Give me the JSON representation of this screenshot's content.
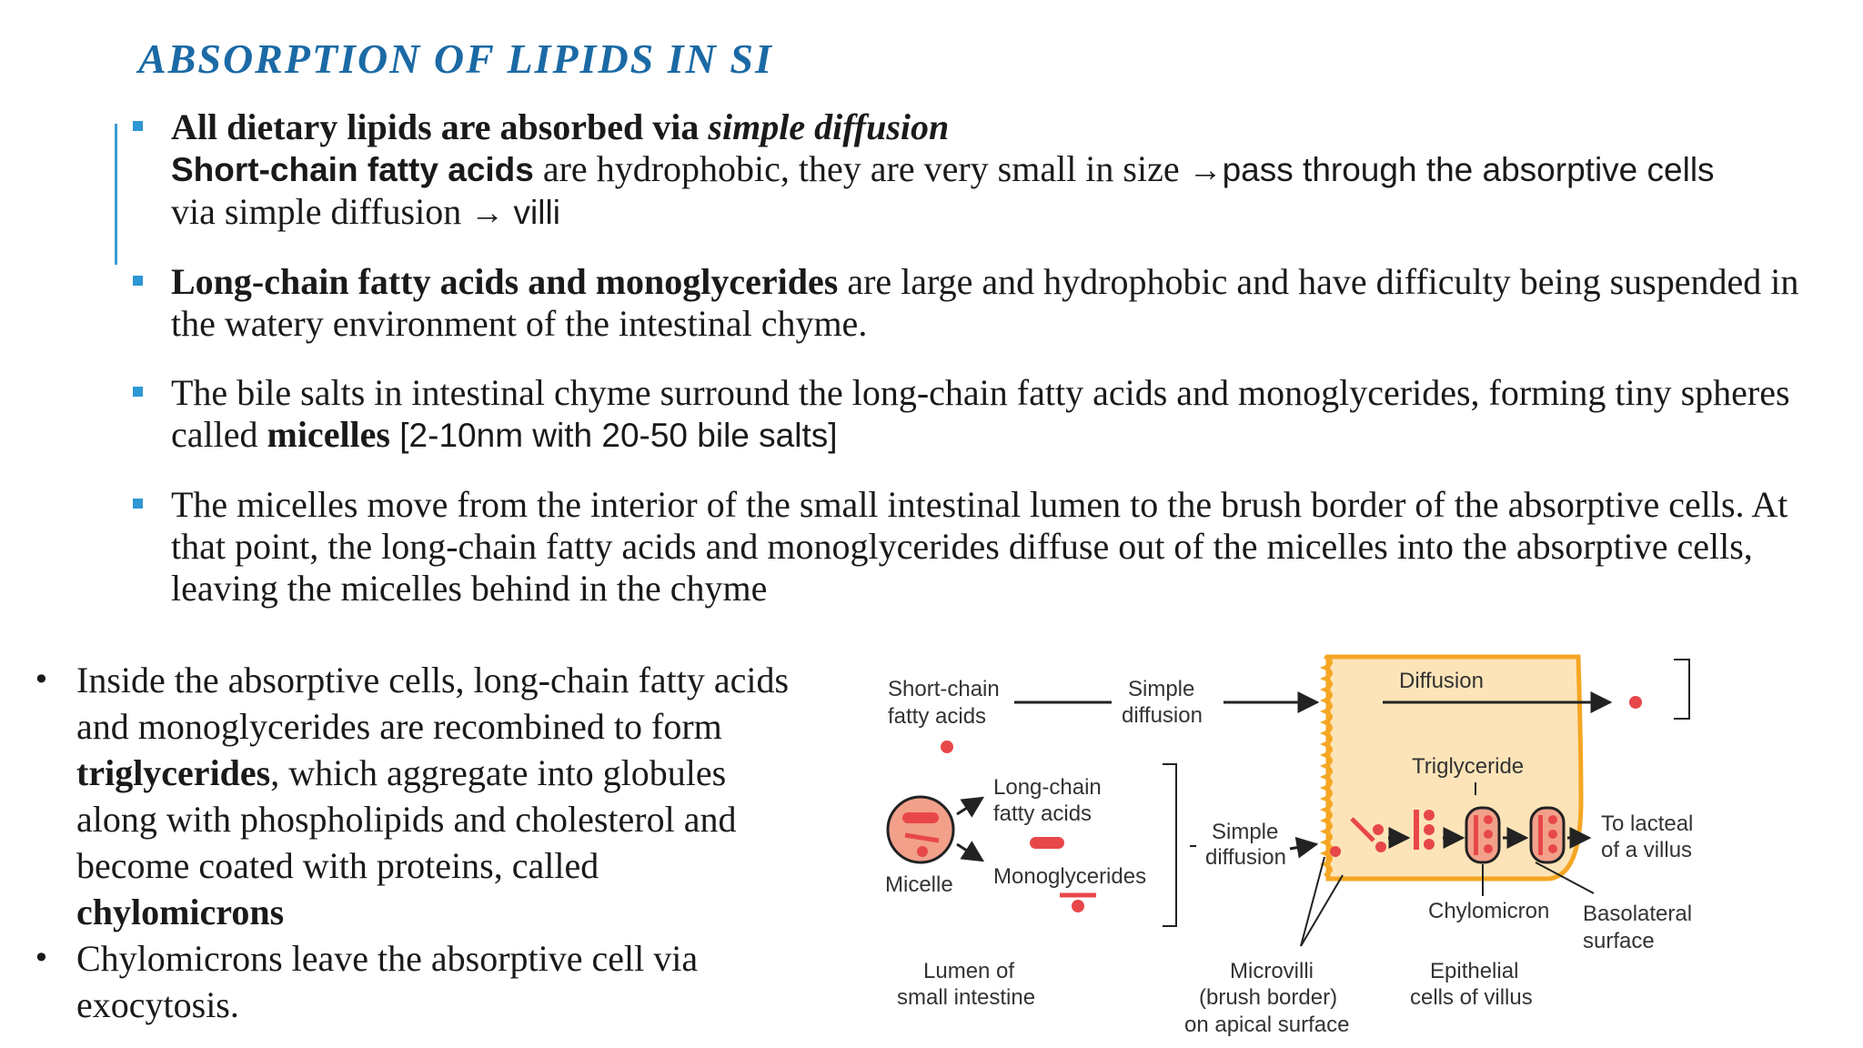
{
  "title": "ABSORPTION OF LIPIDS IN SI",
  "bullets": {
    "b1": {
      "bold": "All dietary lipids are absorbed via ",
      "bold_italic": "simple diffusion",
      "line2_bold": "Short-chain fatty acids",
      "line2_text": " are hydrophobic, they are very small in size ",
      "arrow": "→",
      "line2_tail": "pass through the absorptive cells",
      "line3_text": "via simple diffusion ",
      "line3_arrow": "→",
      "line3_tail": " villi"
    },
    "b2": {
      "bold": "Long-chain fatty acids and monoglycerides",
      "text": " are large and hydrophobic and have difficulty being suspended in the watery environment of the intestinal chyme."
    },
    "b3": {
      "text": "The bile salts in intestinal chyme surround the long-chain fatty acids and monoglycerides, forming tiny spheres called ",
      "bold": "micelles",
      "tail": " [2-10nm with 20-50 bile salts]"
    },
    "b4": {
      "text": "The micelles move from the interior of the small intestinal lumen to the brush border of the absorptive cells. At that point, the long-chain fatty acids and monoglycerides diffuse out of the micelles into the absorptive cells, leaving the micelles behind in the chyme"
    }
  },
  "lower": {
    "item1_text": "Inside the absorptive cells, long-chain fatty acids and monoglycerides are recombined to form ",
    "item1_bold": "triglycerides",
    "item1_mid": ", which aggregate into globules along with phospholipids and cholesterol and become coated with proteins, called ",
    "item1_bold2": "chylomicrons",
    "item2_text": "Chylomicrons leave the absorptive cell via exocytosis.",
    "bullet_char": "•"
  },
  "diagram": {
    "short_chain_1": "Short-chain",
    "short_chain_2": "fatty acids",
    "simple_diffusion_1": "Simple",
    "simple_diffusion_2": "diffusion",
    "diffusion": "Diffusion",
    "triglyceride": "Triglyceride",
    "long_chain_1": "Long-chain",
    "long_chain_2": "fatty acids",
    "monoglycerides": "Monoglycerides",
    "micelle": "Micelle",
    "simple_diffusion2_1": "Simple",
    "simple_diffusion2_2": "diffusion",
    "to_lacteal_1": "To lacteal",
    "to_lacteal_2": "of a villus",
    "chylomicron": "Chylomicron",
    "basolateral_1": "Basolateral",
    "basolateral_2": "surface",
    "lumen_1": "Lumen of",
    "lumen_2": "small intestine",
    "microvilli_1": "Microvilli",
    "microvilli_2": "(brush border)",
    "microvilli_3": "on apical surface",
    "epithelial_1": "Epithelial",
    "epithelial_2": "cells of villus",
    "colors": {
      "cell_fill": "#fde4b8",
      "cell_border": "#f5a623",
      "red": "#e8474a",
      "salmon": "#f2a08a"
    }
  }
}
